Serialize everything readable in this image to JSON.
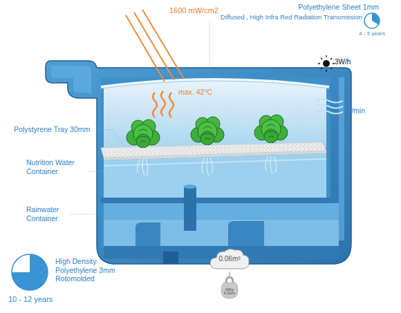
{
  "diagram": {
    "nodes": [
      {
        "text": [
          "0.06m³"
        ]
      },
      {
        "text": [
          "60Kg",
          "6.23cm"
        ]
      }
    ],
    "edges": [
      {
        "from": 0,
        "to": 1,
        "arrow": "none"
      }
    ],
    "labels": [
      "1600 mW/cm2",
      "Polyethylene Sheet 1mm",
      "Diffused , High Infra Red Radiation Transmission",
      "4 - 5 years",
      "3W/h",
      "max. 42°C",
      "4l/min",
      "Polystyrene Tray 30mm",
      "Nutrition Water Container",
      "Rainwater Container",
      "High Density Polyethylene 3mm Rotomolded",
      "10 - 12 years"
    ]
  }
}
